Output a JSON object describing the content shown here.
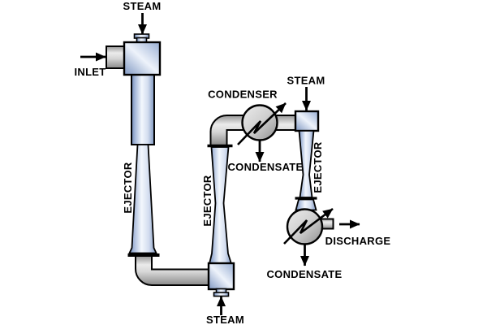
{
  "labels": {
    "steam_1": "STEAM",
    "inlet": "INLET",
    "ejector_1": "EJECTOR",
    "condenser_1": "CONDENSER",
    "steam_2": "STEAM",
    "condensate_1": "CONDENSATE",
    "ejector_2": "EJECTOR",
    "steam_3": "STEAM",
    "ejector_3": "EJECTOR",
    "discharge": "DISCHARGE",
    "condensate_2": "CONDENSATE"
  },
  "colors": {
    "background": "#ffffff",
    "outline": "#000000",
    "text": "#000000",
    "steel_blue_dark": "#6e87b3",
    "steel_blue_mid": "#98aed3",
    "steel_blue_light": "#f3f7fd",
    "pipe_gray_dark": "#8a8a8a",
    "pipe_gray_light": "#ebebeb",
    "condenser_gray_light": "#ececec",
    "condenser_gray_dark": "#909090"
  }
}
